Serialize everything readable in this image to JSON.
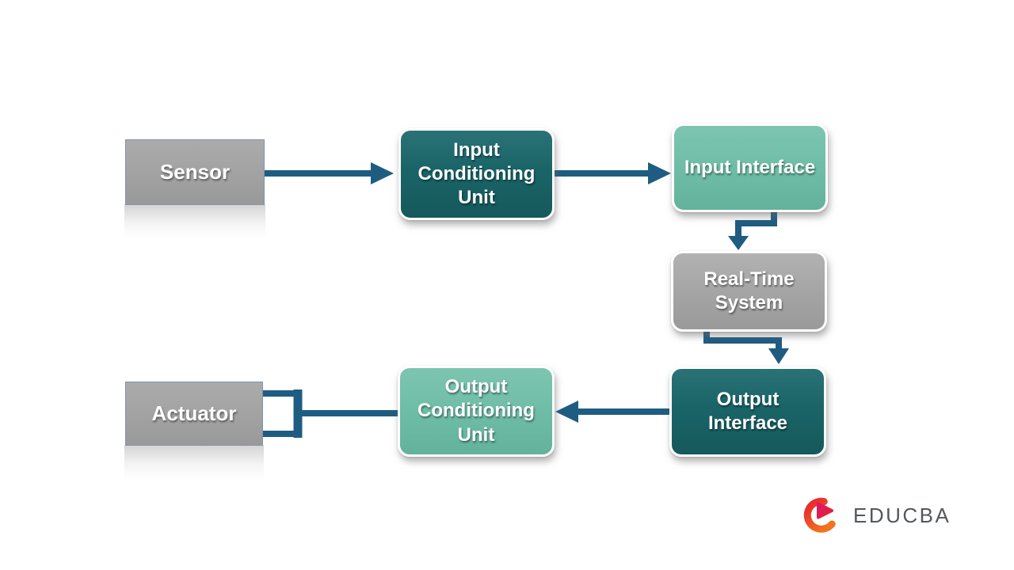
{
  "page": {
    "background": "#ffffff"
  },
  "diagram": {
    "nodes": [
      {
        "id": "sensor",
        "label": "Sensor",
        "shape": "square-gray"
      },
      {
        "id": "input-conditioning-unit",
        "label": "Input Conditioning Unit",
        "shape": "rounded-dark-teal"
      },
      {
        "id": "input-interface",
        "label": "Input Interface",
        "shape": "rounded-light-teal"
      },
      {
        "id": "real-time-system",
        "label": "Real-Time System",
        "shape": "rounded-gray"
      },
      {
        "id": "output-interface",
        "label": "Output Interface",
        "shape": "rounded-dark-teal"
      },
      {
        "id": "output-conditioning-unit",
        "label": "Output Conditioning Unit",
        "shape": "rounded-light-teal"
      },
      {
        "id": "actuator",
        "label": "Actuator",
        "shape": "square-gray"
      }
    ],
    "edges": [
      {
        "from": "sensor",
        "to": "input-conditioning-unit",
        "style": "straight-arrow-right"
      },
      {
        "from": "input-conditioning-unit",
        "to": "input-interface",
        "style": "straight-arrow-right"
      },
      {
        "from": "input-interface",
        "to": "real-time-system",
        "style": "elbow-arrow-down"
      },
      {
        "from": "real-time-system",
        "to": "output-interface",
        "style": "elbow-arrow-down"
      },
      {
        "from": "output-interface",
        "to": "output-conditioning-unit",
        "style": "straight-arrow-left"
      },
      {
        "from": "output-conditioning-unit",
        "to": "actuator",
        "style": "forked-connector-left"
      }
    ]
  },
  "branding": {
    "logo_text": "EDUCBA",
    "logo_icon": "educba-play-icon"
  },
  "colors": {
    "arrow": "#1f5c82",
    "teal-dark": "#1a6467",
    "teal-light": "#6fbda7",
    "box-gray": "#a5a5a5",
    "square-gray": "#a2a2a2",
    "square-border": "#7d93b2",
    "logo-text-color": "#54585b",
    "logo-red": "#e8212e",
    "logo-magenta": "#d91a68",
    "logo-orange": "#f4731f"
  }
}
